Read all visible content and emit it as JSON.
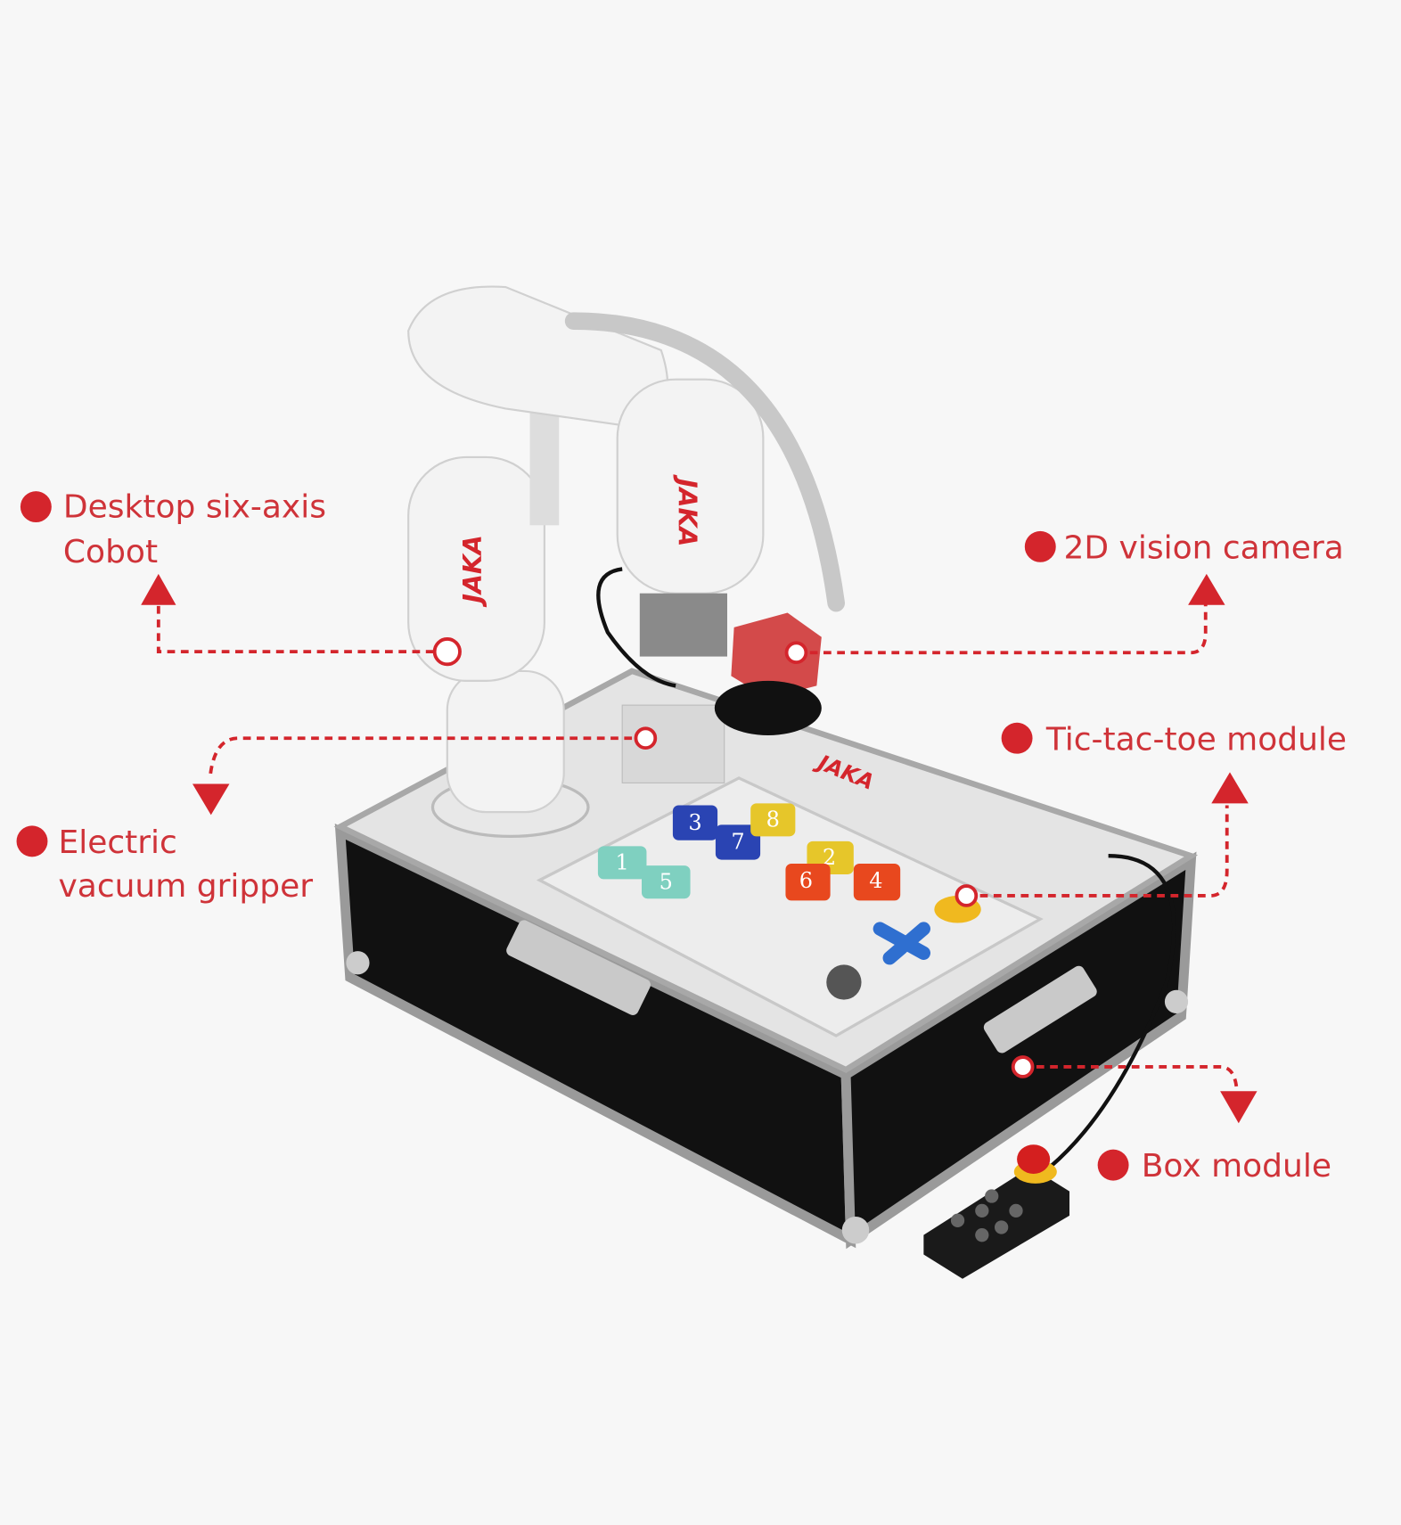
{
  "labels": {
    "cobot_line1": "Desktop six-axis",
    "cobot_line2": "Cobot",
    "camera": "2D vision camera",
    "gripper_line1": "Electric",
    "gripper_line2": "vacuum gripper",
    "tictactoe": "Tic-tac-toe module",
    "box": "Box module"
  },
  "brand": {
    "logo_text": "JAKA"
  },
  "blocks": [
    "3",
    "7",
    "8",
    "1",
    "5",
    "2",
    "6",
    "4"
  ],
  "colors": {
    "accent": "#d4252c",
    "label_text": "#cf3339",
    "background": "#f7f7f7"
  }
}
